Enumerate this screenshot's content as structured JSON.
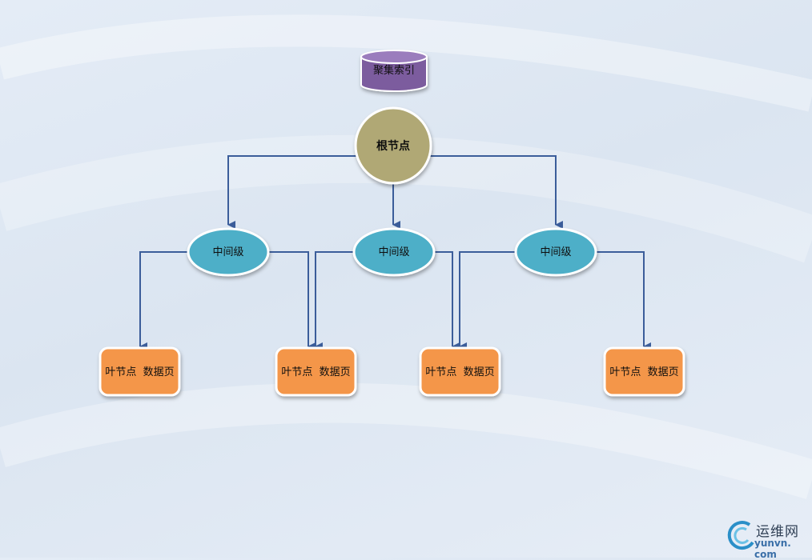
{
  "diagram": {
    "index_label": "聚集索引",
    "root_label": "根节点",
    "mid_labels": [
      "中间级",
      "中间级",
      "中间级"
    ],
    "leaf_labels": [
      "叶节点  数据页",
      "叶节点  数据页",
      "叶节点  数据页",
      "叶节点  数据页"
    ]
  },
  "watermark": {
    "name": "运维网",
    "domain": "yunvn. com"
  },
  "colors": {
    "background": "#dfe7f2",
    "index_cylinder": "#7c5c9e",
    "root_circle": "#b0a874",
    "mid_ellipse": "#4eafc8",
    "leaf_box": "#f4964a",
    "connector": "#3b5d9a"
  }
}
